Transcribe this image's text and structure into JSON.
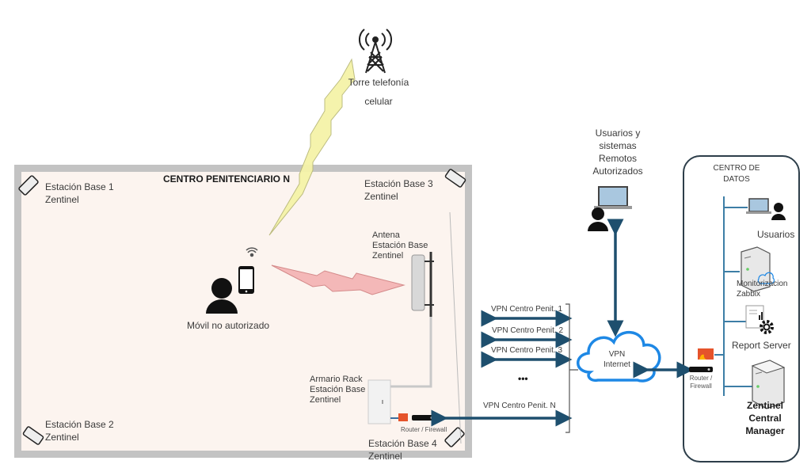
{
  "tower": {
    "label_line1": "Torre telefonía",
    "label_line2": "celular",
    "icon": "cell-tower-icon"
  },
  "prison": {
    "title": "CENTRO PENITENCIARIO N",
    "base_stations": [
      {
        "line1": "Estación Base 1",
        "line2": "Zentinel"
      },
      {
        "line1": "Estación Base 2",
        "line2": "Zentinel"
      },
      {
        "line1": "Estación Base 3",
        "line2": "Zentinel"
      },
      {
        "line1": "Estación Base 4",
        "line2": "Zentinel"
      }
    ],
    "antenna": {
      "line1": "Antena",
      "line2": "Estación Base",
      "line3": "Zentinel"
    },
    "rack": {
      "line1": "Armario Rack",
      "line2": "Estación Base",
      "line3": "Zentinel"
    },
    "router_label": "Router / Firewall",
    "mobile_label": "Móvil no autorizado"
  },
  "vpn_links": {
    "items": [
      "VPN Centro Penit. 1",
      "VPN Centro Penit. 2",
      "VPN Centro Penit. 3"
    ],
    "ellipsis": "•••",
    "last": "VPN Centro Penit. N"
  },
  "cloud": {
    "line1": "VPN",
    "line2": "Internet"
  },
  "remote_users": {
    "line1": "Usuarios y",
    "line2": "sistemas",
    "line3": "Remotos",
    "line4": "Autorizados"
  },
  "datacenter": {
    "title_line1": "CENTRO DE",
    "title_line2": "DATOS",
    "router_line1": "Router /",
    "router_line2": "Firewall",
    "nodes": {
      "users": "Usuarios",
      "monitoring_line1": "Monitorizacion",
      "monitoring_line2": "Zabbix",
      "report": "Report Server",
      "manager_line1": "Zentinel",
      "manager_line2": "Central",
      "manager_line3": "Manager"
    }
  },
  "colors": {
    "arrow": "#1e4f6e",
    "cloud": "#1e88e5",
    "lightning_yellow": "#f5f3a8",
    "lightning_red": "#f4b8b8",
    "prison_bg": "#fcf4ef",
    "prison_border": "#c3c3c3"
  }
}
